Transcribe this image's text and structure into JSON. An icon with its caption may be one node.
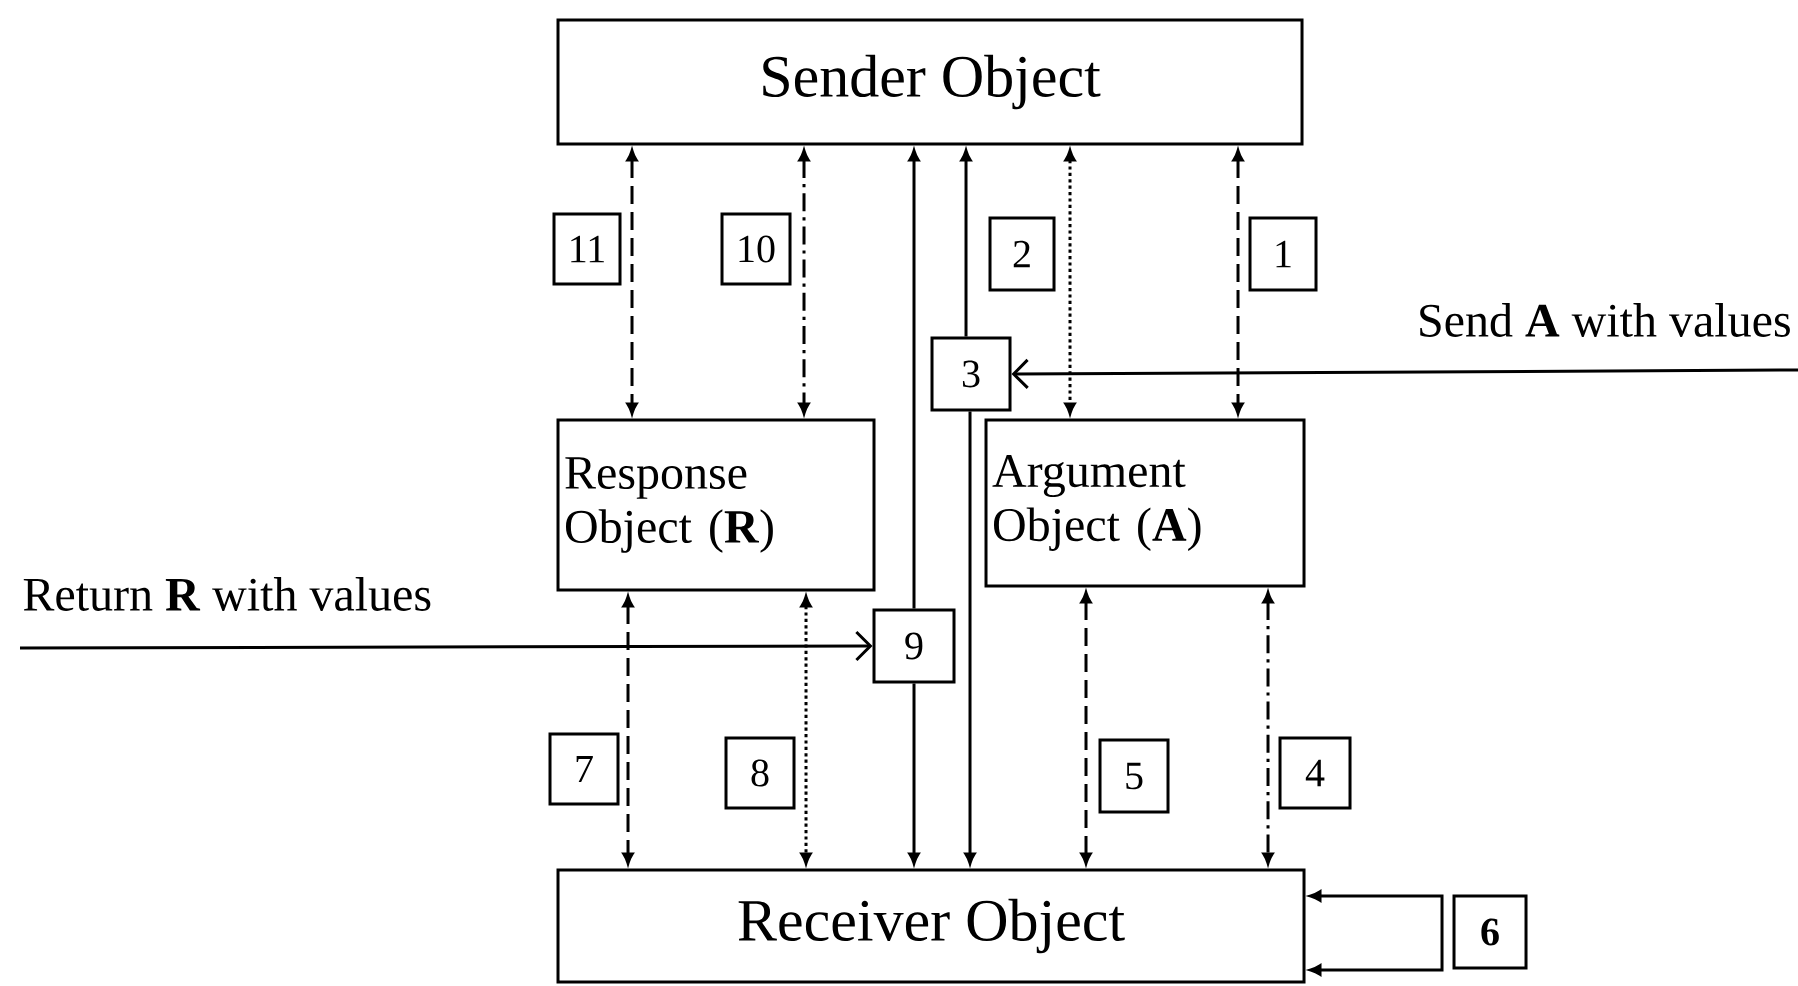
{
  "diagram": {
    "nodes": [
      {
        "text": [
          "Sender Object"
        ]
      },
      {
        "text": [
          "11"
        ]
      },
      {
        "text": [
          "10"
        ]
      },
      {
        "text": [
          "2"
        ]
      },
      {
        "text": [
          "1"
        ]
      },
      {
        "text": [
          "3"
        ]
      },
      {
        "text": [
          "Response Object (**R**)"
        ]
      },
      {
        "text": [
          "Argument Object (**A**)"
        ]
      },
      {
        "text": [
          "9"
        ]
      },
      {
        "text": [
          "7"
        ]
      },
      {
        "text": [
          "8"
        ]
      },
      {
        "text": [
          "5"
        ]
      },
      {
        "text": [
          "4"
        ]
      },
      {
        "text": [
          "Receiver Object"
        ]
      },
      {
        "text": [
          "6"
        ]
      }
    ],
    "edges": [
      {
        "from": 0,
        "to": 6,
        "arrow": "both",
        "style": "dashed"
      },
      {
        "from": 0,
        "to": 6,
        "arrow": "both",
        "style": "dashed"
      },
      {
        "from": 0,
        "to": 7,
        "arrow": "both",
        "style": "dashed"
      },
      {
        "from": 0,
        "to": 7,
        "arrow": "both",
        "style": "dashed"
      },
      {
        "from": 5,
        "to": 0,
        "arrow": "to"
      },
      {
        "from": 5,
        "to": 13,
        "arrow": "to"
      },
      {
        "from": null,
        "to": 5,
        "arrow": "to",
        "label": "Send **A** with values"
      },
      {
        "from": null,
        "to": 8,
        "arrow": "to",
        "label": "Return **R** with values"
      },
      {
        "from": 8,
        "to": 0,
        "arrow": "to"
      },
      {
        "from": 8,
        "to": 13,
        "arrow": "to"
      },
      {
        "from": 6,
        "to": 13,
        "arrow": "both",
        "style": "dashed"
      },
      {
        "from": 6,
        "to": 13,
        "arrow": "both",
        "style": "dashed"
      },
      {
        "from": 7,
        "to": 13,
        "arrow": "both",
        "style": "dashed"
      },
      {
        "from": 7,
        "to": 13,
        "arrow": "both",
        "style": "dashed"
      },
      {
        "from": 13,
        "to": 13,
        "arrow": "both"
      }
    ]
  }
}
